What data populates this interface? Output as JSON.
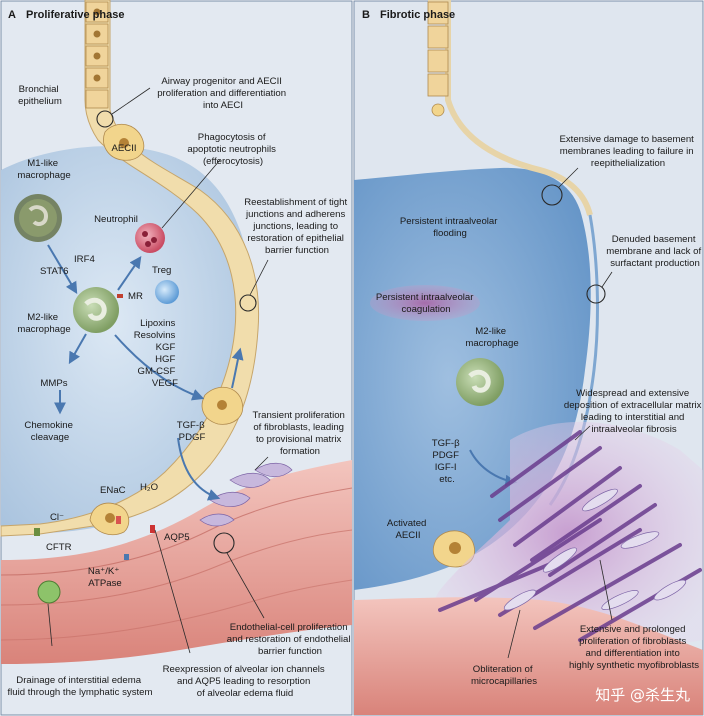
{
  "panels": {
    "a": {
      "letter": "A",
      "title": "Proliferative phase"
    },
    "b": {
      "letter": "B",
      "title": "Fibrotic phase"
    }
  },
  "panel_a_labels": {
    "bronchial": [
      "Bronchial",
      "epithelium"
    ],
    "airway_progenitor": [
      "Airway progenitor and AECII",
      "proliferation and differentiation",
      "into AECI"
    ],
    "aecii": "AECII",
    "phagocytosis": [
      "Phagocytosis of",
      "apoptotic neutrophils",
      "(efferocytosis)"
    ],
    "m1_macrophage": [
      "M1-like",
      "macrophage"
    ],
    "neutrophil": "Neutrophil",
    "reestablishment": [
      "Reestablishment of tight",
      "junctions and adherens",
      "junctions, leading to",
      "restoration of epithelial",
      "barrier function"
    ],
    "irf4": "IRF4",
    "stat6": "STAT6",
    "treg": "Treg",
    "mr": "MR",
    "m2_macrophage": [
      "M2-like",
      "macrophage"
    ],
    "mediators": [
      "Lipoxins",
      "Resolvins",
      "KGF",
      "HGF",
      "GM-CSF",
      "VEGF"
    ],
    "mmps": "MMPs",
    "chemokine": [
      "Chemokine",
      "cleavage"
    ],
    "tgf_pdgf": [
      "TGF-β",
      "PDGF"
    ],
    "transient": [
      "Transient proliferation",
      "of fibroblasts, leading",
      "to provisional matrix",
      "formation"
    ],
    "enac": "ENaC",
    "h2o": "H₂O",
    "cl": "Cl⁻",
    "cftr": "CFTR",
    "aqp5": "AQP5",
    "na_k": [
      "Na⁺/K⁺",
      "ATPase"
    ],
    "endothelial": [
      "Endothelial-cell proliferation",
      "and restoration of endothelial",
      "barrier function"
    ],
    "drainage": [
      "Drainage of interstitial edema",
      "fluid through the lymphatic system"
    ],
    "reexpression": [
      "Reexpression of alveolar ion channels",
      "and AQP5 leading to resorption",
      "of alveolar edema fluid"
    ]
  },
  "panel_b_labels": {
    "extensive_damage": [
      "Extensive damage to basement",
      "membranes leading to failure in",
      "reepithelialization"
    ],
    "persistent_flooding": [
      "Persistent intraalveolar",
      "flooding"
    ],
    "denuded": [
      "Denuded basement",
      "membrane and lack of",
      "surfactant production"
    ],
    "persistent_coag": [
      "Persistent intraalveolar",
      "coagulation"
    ],
    "m2_macrophage": [
      "M2-like",
      "macrophage"
    ],
    "widespread": [
      "Widespread and extensive",
      "deposition of extracellular matrix",
      "leading to interstitial and",
      "intraalveolar fibrosis"
    ],
    "factors": [
      "TGF-β",
      "PDGF",
      "IGF-I",
      "etc."
    ],
    "activated_aecii": [
      "Activated",
      "AECII"
    ],
    "prolonged": [
      "Extensive and prolonged",
      "proliferation of fibroblasts",
      "and differentiation into",
      "highly synthetic myofibroblasts"
    ],
    "obliteration": [
      "Obliteration of",
      "microcapillaries"
    ]
  },
  "watermark": "知乎 @杀生丸",
  "colors": {
    "panel_bg": "#dde5ee",
    "alveolus": "#5d8fc4",
    "epithelium": "#f2deb0",
    "macrophage": "#8fae72",
    "neutrophil": "#d35f72",
    "treg": "#7fb2e0",
    "vessel": "#e8a39c",
    "fibrosis": "#7d4aa0"
  }
}
